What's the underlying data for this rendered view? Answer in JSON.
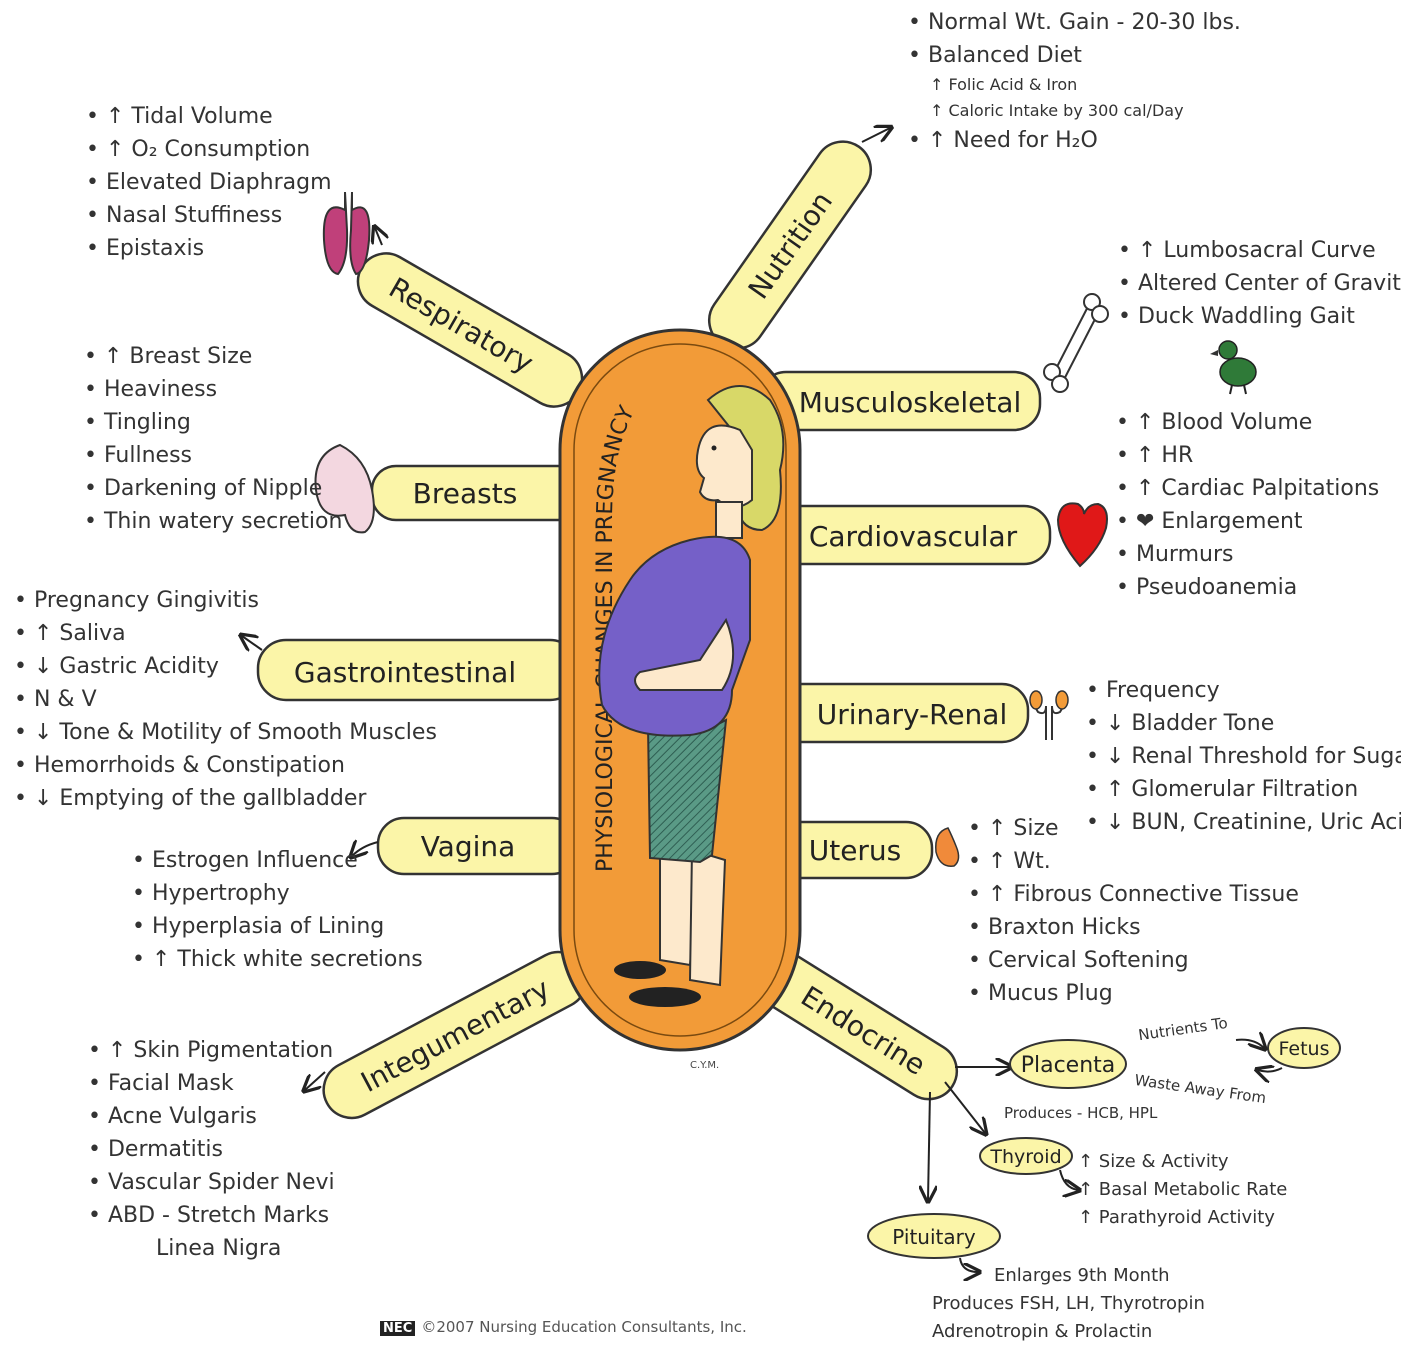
{
  "title": "PHYSIOLOGICAL CHANGES IN PREGNANCY",
  "spokes": {
    "nutrition": "Nutrition",
    "respiratory": "Respiratory",
    "musculoskeletal": "Musculoskeletal",
    "breasts": "Breasts",
    "cardiovascular": "Cardiovascular",
    "gastrointestinal": "Gastrointestinal",
    "urinary_renal": "Urinary-Renal",
    "vagina": "Vagina",
    "uterus": "Uterus",
    "integumentary": "Integumentary",
    "endocrine": "Endocrine"
  },
  "lists": {
    "nutrition": [
      "Normal Wt. Gain - 20-30 lbs.",
      "Balanced Diet"
    ],
    "nutrition_sub": [
      "↑ Folic Acid & Iron",
      "↑ Caloric Intake by 300 cal/Day"
    ],
    "nutrition_last": "↑ Need for H₂O",
    "respiratory": [
      "↑ Tidal Volume",
      "↑ O₂ Consumption",
      "Elevated Diaphragm",
      "Nasal Stuffiness",
      "Epistaxis"
    ],
    "musculoskeletal": [
      "↑ Lumbosacral Curve",
      "Altered Center of Gravity",
      "Duck Waddling Gait"
    ],
    "breasts": [
      "↑ Breast Size",
      "Heaviness",
      "Tingling",
      "Fullness",
      "Darkening of Nipple",
      "Thin watery secretion"
    ],
    "cardiovascular": [
      "↑ Blood Volume",
      "↑ HR",
      "↑ Cardiac Palpitations",
      "❤ Enlargement",
      "Murmurs",
      "Pseudoanemia"
    ],
    "gastrointestinal": [
      "Pregnancy Gingivitis",
      "↑ Saliva",
      "↓ Gastric Acidity",
      "N & V",
      "↓ Tone & Motility of Smooth Muscles",
      "Hemorrhoids & Constipation",
      "↓ Emptying of the gallbladder"
    ],
    "urinary_renal": [
      "Frequency",
      "↓ Bladder Tone",
      "↓ Renal Threshold for Sugar",
      "↑ Glomerular Filtration",
      "↓ BUN, Creatinine, Uric Acid"
    ],
    "vagina": [
      "Estrogen Influence",
      "Hypertrophy",
      "Hyperplasia of Lining",
      "↑ Thick white secretions"
    ],
    "uterus": [
      "↑ Size",
      "↑ Wt.",
      "↑ Fibrous Connective Tissue",
      "Braxton Hicks",
      "Cervical Softening",
      "Mucus Plug"
    ],
    "integumentary": [
      "↑ Skin Pigmentation",
      "Facial Mask",
      "Acne Vulgaris",
      "Dermatitis",
      "Vascular Spider Nevi",
      "ABD - Stretch Marks"
    ],
    "integumentary_cont": "Linea Nigra"
  },
  "endocrine": {
    "placenta": "Placenta",
    "fetus": "Fetus",
    "nutrients_to": "Nutrients To",
    "waste_away_from": "Waste Away From",
    "produces": "Produces - HCB, HPL",
    "thyroid": "Thyroid",
    "thyroid_notes": [
      "↑ Size & Activity",
      "↑ Basal Metabolic Rate",
      "↑ Parathyroid Activity"
    ],
    "pituitary": "Pituitary",
    "pituitary_notes": [
      "Enlarges 9th Month",
      "Produces FSH, LH, Thyrotropin",
      "Adrenotropin & Prolactin"
    ]
  },
  "signature": "C.Y.M.",
  "copyright_badge": "NEC",
  "copyright": "©2007 Nursing Education Consultants, Inc.",
  "colors": {
    "capsule_orange": "#f29b38",
    "spoke_yellow": "#fbf5a8",
    "shirt_purple": "#7560c8",
    "hair_yellow": "#d8d868",
    "pants_teal": "#5a9a86",
    "heart_red": "#e01818",
    "lung_magenta": "#c0407a",
    "breast_pink": "#f3d7e0",
    "uterus_orange": "#f08a3a",
    "duck_green": "#2f7a38"
  }
}
